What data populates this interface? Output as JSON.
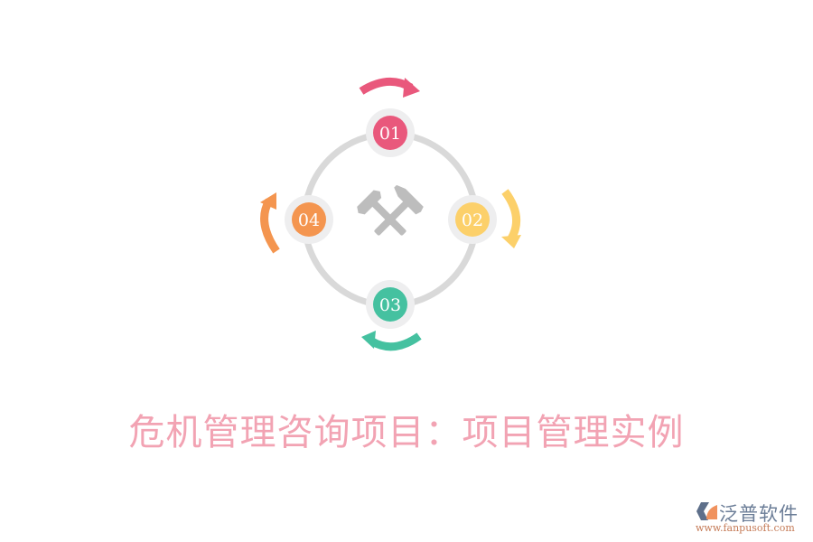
{
  "diagram": {
    "type": "cycle",
    "center_icon": "crossed-hammers-icon",
    "ring_color": "#d9d9d9",
    "node_halo_color": "#eeeeef",
    "nodes": [
      {
        "label": "01",
        "color": "#e9587c",
        "position": "top"
      },
      {
        "label": "02",
        "color": "#fcd06a",
        "position": "right"
      },
      {
        "label": "03",
        "color": "#45c1a0",
        "position": "bottom"
      },
      {
        "label": "04",
        "color": "#f4954f",
        "position": "left"
      }
    ],
    "arrows": [
      {
        "name": "arrow-01",
        "color": "#e9587c",
        "direction": "clockwise"
      },
      {
        "name": "arrow-02",
        "color": "#fcd06a",
        "direction": "clockwise"
      },
      {
        "name": "arrow-03",
        "color": "#45c1a0",
        "direction": "clockwise"
      },
      {
        "name": "arrow-04",
        "color": "#f4954f",
        "direction": "clockwise"
      }
    ]
  },
  "title": {
    "text": "危机管理咨询项目：项目管理实例",
    "color": "#f2a3b3"
  },
  "logo": {
    "name": "泛普软件",
    "url": "www.fanpusoft.com"
  }
}
